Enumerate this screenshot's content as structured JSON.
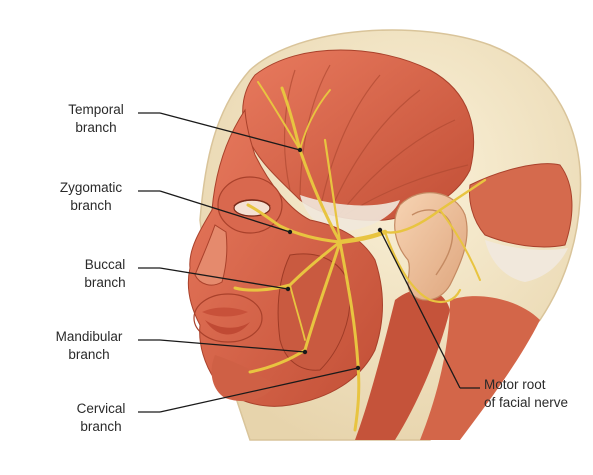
{
  "labels": {
    "temporal": {
      "line1": "Temporal",
      "line2": "branch"
    },
    "zygomatic": {
      "line1": "Zygomatic",
      "line2": "branch"
    },
    "buccal": {
      "line1": "Buccal",
      "line2": "branch"
    },
    "mandibular": {
      "line1": "Mandibular",
      "line2": "branch"
    },
    "cervical": {
      "line1": "Cervical",
      "line2": "branch"
    },
    "motor_root": {
      "line1": "Motor root",
      "line2": "of facial nerve"
    }
  },
  "colors": {
    "muscle": "#d9684e",
    "muscle_dark": "#b8452f",
    "muscle_light": "#ec9a83",
    "tendon": "#f4efe6",
    "skull": "#f3e7c9",
    "skin": "#f2c7a3",
    "ear": "#f0c39b",
    "nerve": "#e9c64a",
    "leader_line": "#1a1a1a"
  }
}
